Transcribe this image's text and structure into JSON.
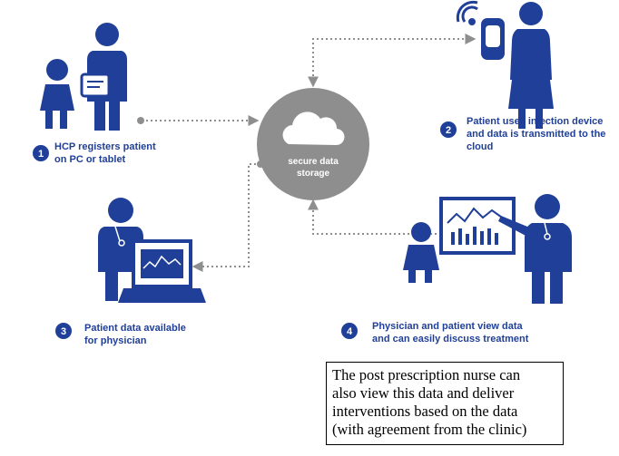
{
  "center": {
    "line1": "secure data",
    "line2": "storage"
  },
  "steps": [
    {
      "number": "1",
      "line1": "HCP registers patient",
      "line2": "on PC or tablet"
    },
    {
      "number": "2",
      "line1": "Patient uses injection device",
      "line2": "and data is transmitted to the",
      "line3": "cloud"
    },
    {
      "number": "3",
      "line1": "Patient data available",
      "line2": "for physician"
    },
    {
      "number": "4",
      "line1": "Physician and patient view data",
      "line2": "and can easily discuss treatment"
    }
  ],
  "note": {
    "line1": "The post prescription nurse can",
    "line2": "also view this data and deliver",
    "line3": "interventions based on the data",
    "line4": "(with agreement from the clinic)"
  },
  "colors": {
    "figure": "#1f3f99",
    "cloud_circle": "#8e8e8e",
    "connector": "#8e8e8e",
    "step_badge": "#1f3f99",
    "text": "#1f3f99"
  },
  "icons": [
    "nurse-figure",
    "girl-figure",
    "tablet-icon",
    "wifi-icon",
    "injection-device-icon",
    "woman-figure",
    "doctor-figure",
    "laptop-icon",
    "whiteboard-chart-icon",
    "child-figure",
    "cloud-icon"
  ]
}
